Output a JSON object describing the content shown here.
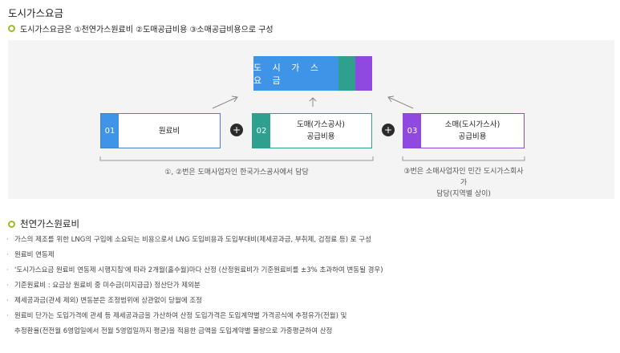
{
  "page_title": "도시가스요금",
  "intro": "도시가스요금은 ①천연가스원료비 ②도매공급비용 ③소매공급비용으로 구성",
  "diagram": {
    "top_label": "도 시 가 스 요 금",
    "items": [
      {
        "num": "01",
        "label_line1": "원료비",
        "label_line2": ""
      },
      {
        "num": "02",
        "label_line1": "도매(가스공사)",
        "label_line2": "공급비용"
      },
      {
        "num": "03",
        "label_line1": "소매(도시가스사)",
        "label_line2": "공급비용"
      }
    ],
    "plus_symbol": "+",
    "note_left": "①, ②번은 도매사업자인 한국가스공사에서 담당",
    "note_right_line1": "③번은 소매사업자인 민간 도시가스회사가",
    "note_right_line2": "담당(지역별 상이)",
    "colors": {
      "blue": "#3f94e8",
      "teal": "#2f9f8e",
      "purple": "#8f49e0"
    }
  },
  "section": {
    "title": "천연가스원료비",
    "items": [
      "가스의 제조를 위한 LNG의 구입에 소요되는 비용으로서 LNG 도입비용과 도입부대비(제세공과금, 부취제, 검정료 등) 로 구성",
      "원료비 연동제",
      "'도시가스요금 원료비 연동제 시행지침'에 따라 2개월(홀수월)마다 산정 (산정원료비가 기준원료비를 ±3% 초과하여 변동될 경우)",
      "기준원료비 : 요금상 원료비 중 미수금(미지급금) 정산단가 제외분",
      "제세공과금(관세 제외) 변동분은 조정범위에 상관없이 당월에 조정",
      "원료비 단가는 도입가격에 관세 등 제세공과금을 가산하여 산정 도입가격은 도입계약별 가격공식에 추정유가(전월) 및",
      "추정환율(전전월 6영업일에서 전월 5영업일까지 평균)을 적용한 금액을 도입계약별 물량으로 가중평균하여 산정"
    ],
    "bullet": "·"
  }
}
